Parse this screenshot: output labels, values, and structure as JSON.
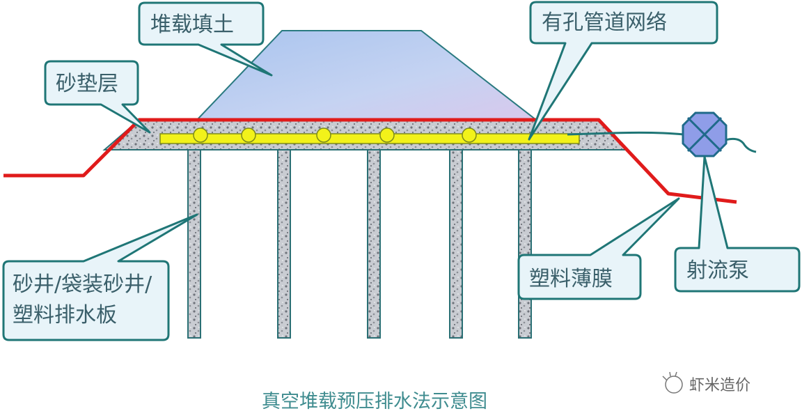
{
  "labels": {
    "fill_soil": "堆载填土",
    "perforated_pipe_network": "有孔管道网络",
    "sand_cushion": "砂垫层",
    "drains": [
      "砂井/袋装砂井/",
      "塑料排水板"
    ],
    "plastic_membrane": "塑料薄膜",
    "jet_pump": "射流泵"
  },
  "caption": "真空堆载预压排水法示意图",
  "watermark": "虾米造价",
  "colors": {
    "membrane": "#e01b1b",
    "pipe": "#f2f21a",
    "callout_stroke": "#1f7676",
    "pump": "#8f9de8",
    "fill_soil": "#b9cbef"
  }
}
